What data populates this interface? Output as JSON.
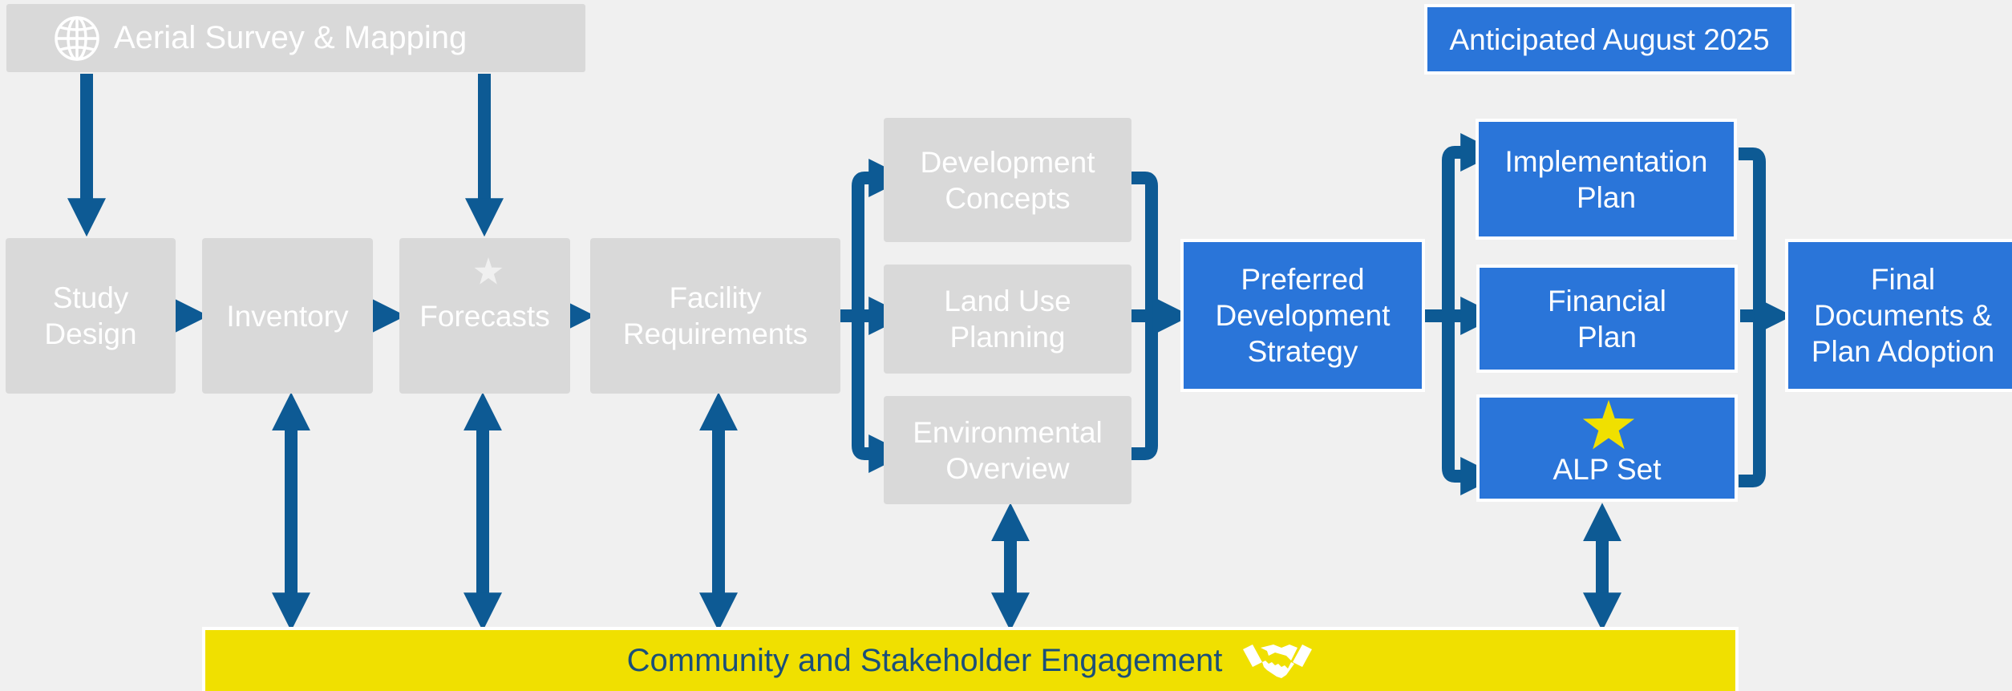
{
  "header": {
    "aerial_label": "Aerial Survey & Mapping",
    "aerial_icon": "globe-icon",
    "anticipated_label": "Anticipated August 2025"
  },
  "steps": {
    "study_design": "Study\nDesign",
    "inventory": "Inventory",
    "forecasts": "Forecasts",
    "facility_requirements": "Facility\nRequirements",
    "development_concepts": "Development\nConcepts",
    "land_use_planning": "Land Use\nPlanning",
    "environmental_overview": "Environmental\nOverview",
    "preferred_strategy": "Preferred\nDevelopment\nStrategy",
    "implementation_plan": "Implementation\nPlan",
    "financial_plan": "Financial\nPlan",
    "alp_set": "ALP Set",
    "final_documents": "Final\nDocuments &\nPlan Adoption"
  },
  "footer": {
    "engagement_label": "Community and Stakeholder Engagement",
    "engagement_icon": "handshake-icon"
  },
  "colors": {
    "background": "#f0f0f0",
    "grey_box": "#d9d9d9",
    "blue_box": "#2a75d9",
    "arrow": "#0d5a94",
    "banner": "#f0e000",
    "banner_text": "#1a4f7a",
    "star_yellow": "#f0e000",
    "star_grey": "#f0f0f0"
  }
}
